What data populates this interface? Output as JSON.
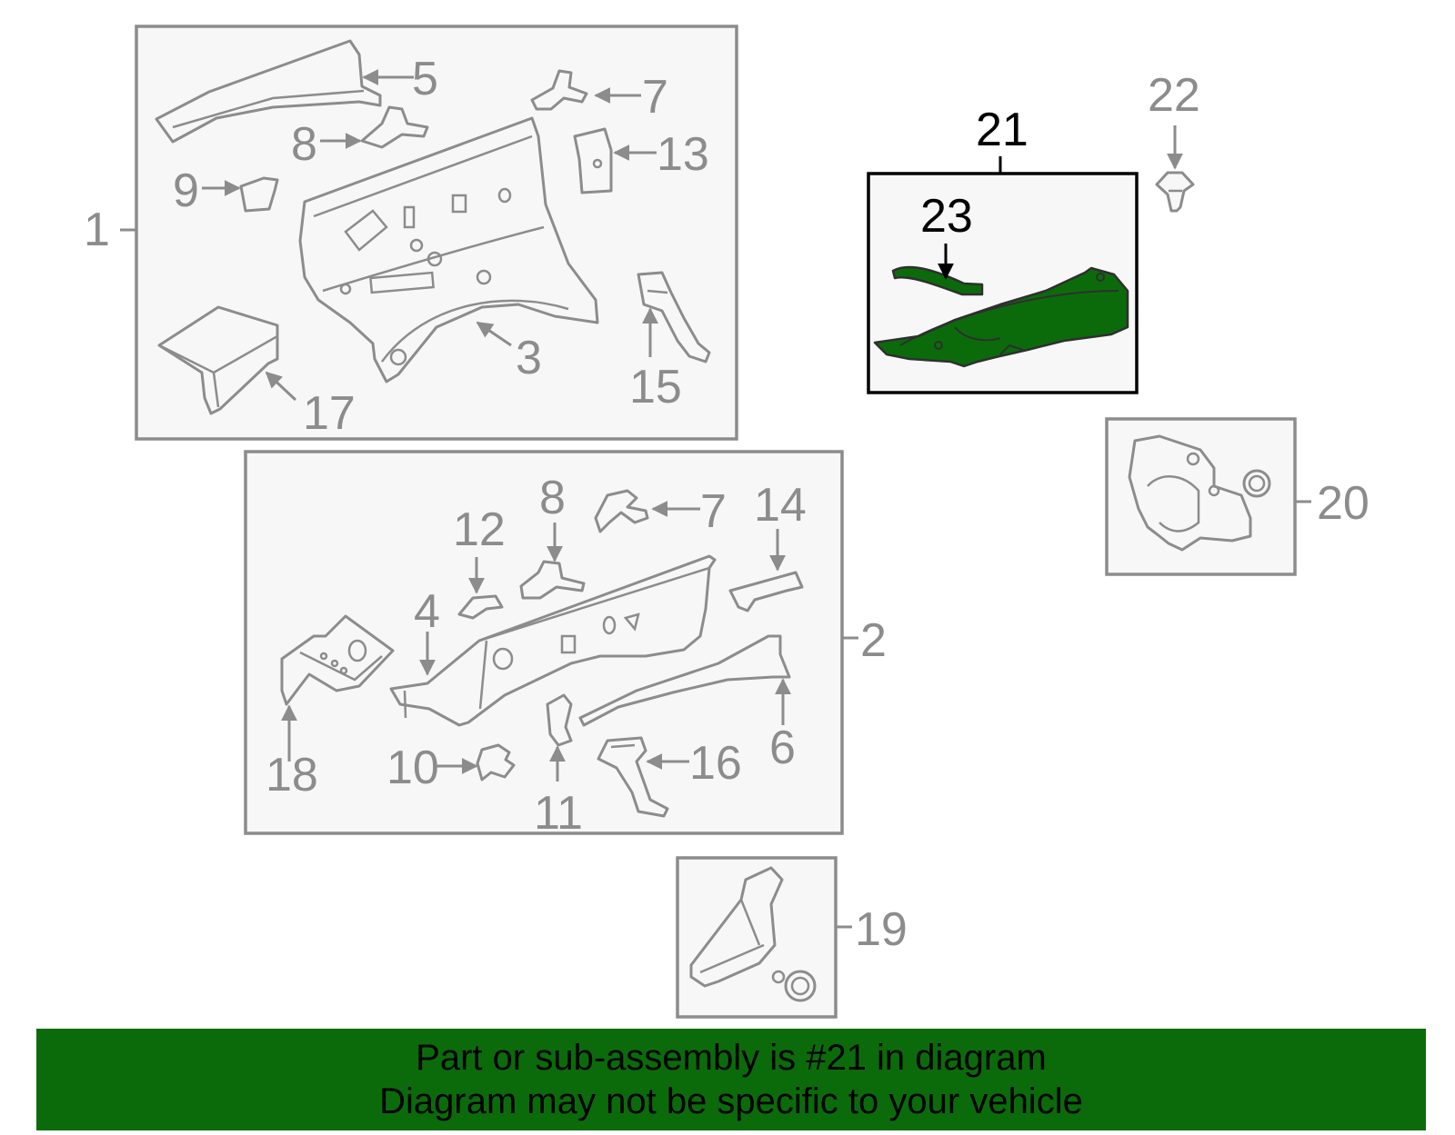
{
  "labels": {
    "l1": "1",
    "l2": "2",
    "l3": "3",
    "l4": "4",
    "l5": "5",
    "l6": "6",
    "l7a": "7",
    "l7b": "7",
    "l8a": "8",
    "l8b": "8",
    "l9": "9",
    "l10": "10",
    "l11": "11",
    "l12": "12",
    "l13": "13",
    "l14": "14",
    "l15": "15",
    "l16": "16",
    "l17": "17",
    "l18": "18",
    "l19": "19",
    "l20": "20",
    "l21": "21",
    "l22": "22",
    "l23": "23"
  },
  "banner": {
    "line1": "Part or sub-assembly is #21 in diagram",
    "line2": "Diagram may not be specific to your vehicle"
  },
  "colors": {
    "highlight": "#0b6b0b",
    "lineart": "#8c8c8c",
    "banner": "#0b6b0b"
  }
}
